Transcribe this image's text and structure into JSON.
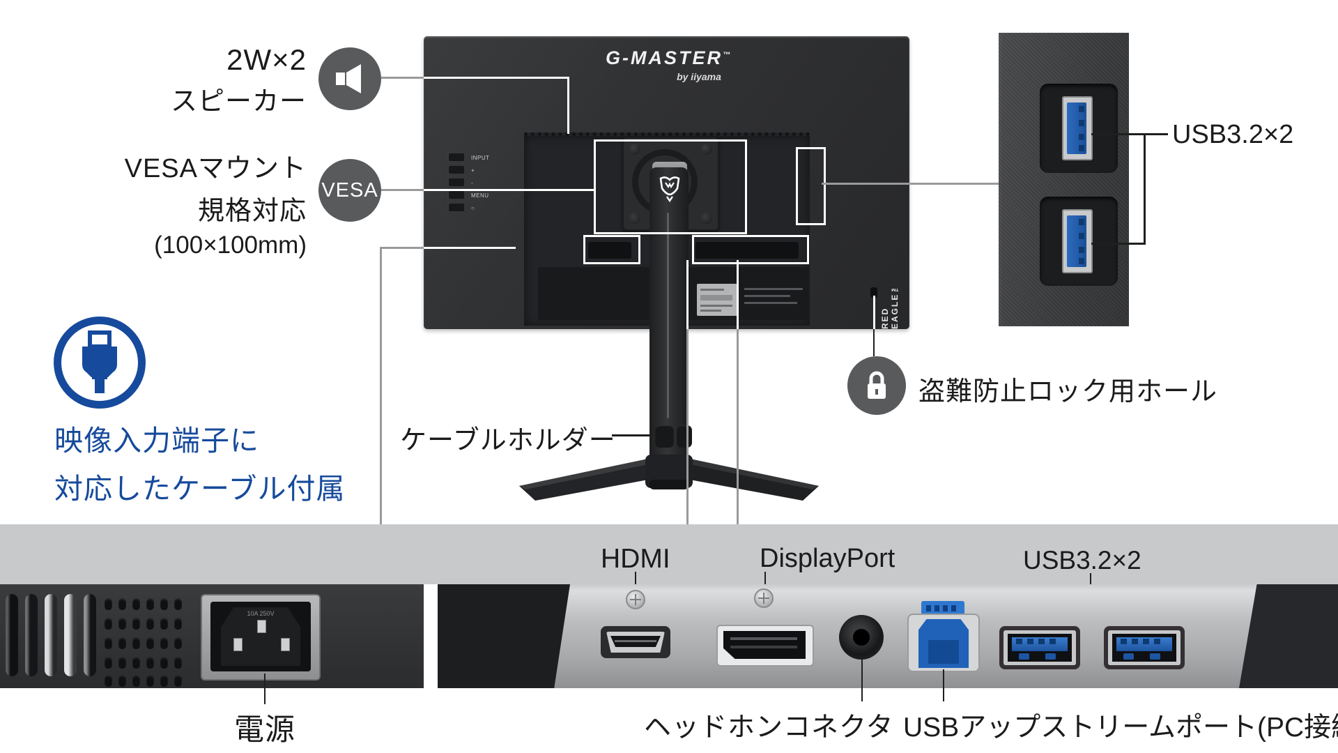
{
  "colors": {
    "accent_blue": "#164a9c",
    "usb_blue": "#2565b4",
    "circle_gray": "#595a5c",
    "band_gray": "#c8c9cb"
  },
  "callouts": {
    "speaker": {
      "line1": "2W×2",
      "line2": "スピーカー"
    },
    "vesa": {
      "line1": "VESAマウント",
      "line2": "規格対応",
      "line3": "(100×100mm)",
      "badge": "VESA"
    },
    "cable": {
      "line1": "映像入力端子に",
      "line2": "対応したケーブル付属"
    },
    "cable_holder": {
      "label": "ケーブルホルダー"
    },
    "lock": {
      "label": "盗難防止ロック用ホール"
    },
    "usb_top": {
      "label": "USB3.2×2"
    }
  },
  "monitor": {
    "logo": "G-MASTER",
    "logo_tm": "™",
    "logo_sub": "by iiyama",
    "red_eagle": "RED EAGLE™",
    "buttons": [
      {
        "label": "INPUT"
      },
      {
        "label": "+"
      },
      {
        "label": "-"
      },
      {
        "label": "MENU"
      },
      {
        "label": "○"
      }
    ]
  },
  "bottom": {
    "hdmi": "HDMI",
    "displayport": "DisplayPort",
    "usb32": "USB3.2×2",
    "power": "電源",
    "power_rating": "10A 250V",
    "headphone": "ヘッドホンコネクタ",
    "usb_upstream": "USBアップストリームポート(PC接続用)"
  }
}
